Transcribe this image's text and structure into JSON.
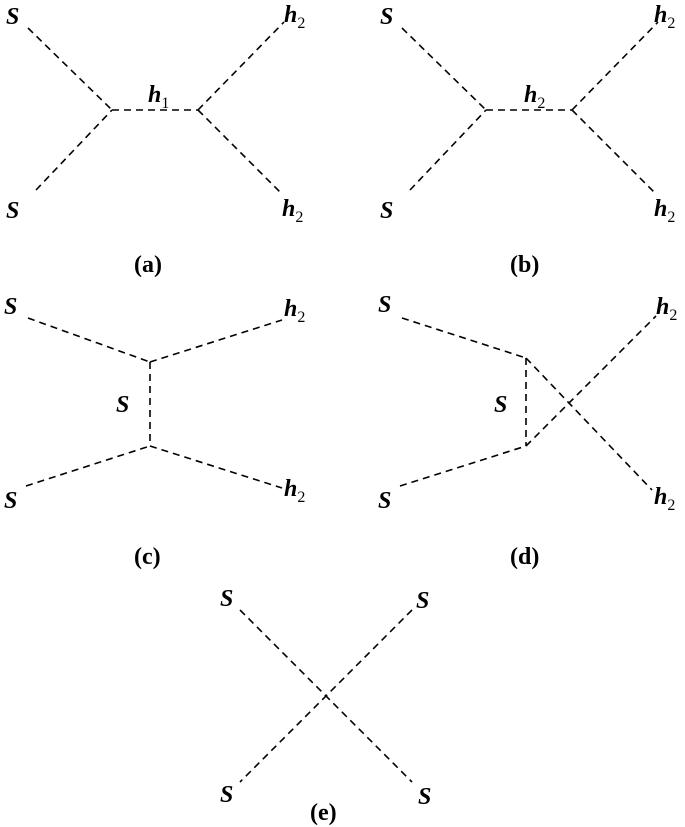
{
  "diagrams": [
    {
      "caption": "(a)",
      "labels": [
        {
          "base": "S",
          "sub": ""
        },
        {
          "base": "S",
          "sub": ""
        },
        {
          "base": "h",
          "sub": "1"
        },
        {
          "base": "h",
          "sub": "2"
        },
        {
          "base": "h",
          "sub": "2"
        }
      ]
    },
    {
      "caption": "(b)",
      "labels": [
        {
          "base": "S",
          "sub": ""
        },
        {
          "base": "S",
          "sub": ""
        },
        {
          "base": "h",
          "sub": "2"
        },
        {
          "base": "h",
          "sub": "2"
        },
        {
          "base": "h",
          "sub": "2"
        }
      ]
    },
    {
      "caption": "(c)",
      "labels": [
        {
          "base": "S",
          "sub": ""
        },
        {
          "base": "S",
          "sub": ""
        },
        {
          "base": "S",
          "sub": ""
        },
        {
          "base": "h",
          "sub": "2"
        },
        {
          "base": "h",
          "sub": "2"
        }
      ]
    },
    {
      "caption": "(d)",
      "labels": [
        {
          "base": "S",
          "sub": ""
        },
        {
          "base": "S",
          "sub": ""
        },
        {
          "base": "S",
          "sub": ""
        },
        {
          "base": "h",
          "sub": "2"
        },
        {
          "base": "h",
          "sub": "2"
        }
      ]
    },
    {
      "caption": "(e)",
      "labels": [
        {
          "base": "S",
          "sub": ""
        },
        {
          "base": "S",
          "sub": ""
        },
        {
          "base": "S",
          "sub": ""
        },
        {
          "base": "S",
          "sub": ""
        }
      ]
    }
  ]
}
